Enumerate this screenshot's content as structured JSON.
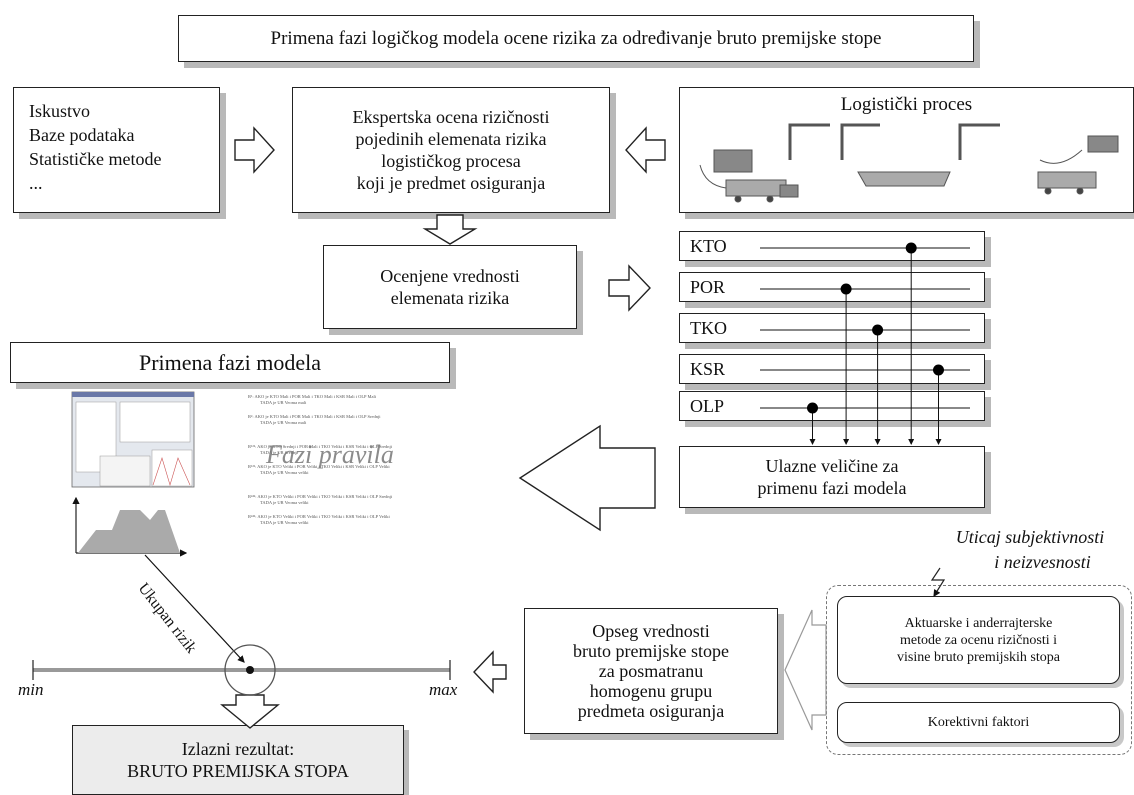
{
  "title": "Primena fazi logičkog modela ocene rizika za određivanje bruto premijske stope",
  "sources": [
    "Iskustvo",
    "Baze podataka",
    "Statističke metode",
    "..."
  ],
  "expert": [
    "Ekspertska ocena  rizičnosti",
    "pojedinih elemenata rizika",
    "logističkog procesa",
    "koji je predmet osiguranja"
  ],
  "logistics_title": "Logistički proces",
  "assessed": [
    "Ocenjene vrednosti",
    "elemenata rizika"
  ],
  "factors": [
    {
      "label": "KTO",
      "value": 0.72
    },
    {
      "label": "POR",
      "value": 0.41
    },
    {
      "label": "TKO",
      "value": 0.56
    },
    {
      "label": "KSR",
      "value": 0.85
    },
    {
      "label": "OLP",
      "value": 0.25
    }
  ],
  "inputs": [
    "Ulazne veličine za",
    "primenu fazi modela"
  ],
  "model_title": "Primena fazi modela",
  "fazi_pravila": "Fazi pravila",
  "rules": [
    "R¹: AKO je KTO Mali i POR Mali i TKO Mali i KSR Mali i OLP Mali",
    "TADA je UR Veoma mali",
    "R²: AKO je KTO Mali i POR Mali i TKO Mali i KSR Mali i OLP Srednji",
    "TADA je UR Veoma mali",
    "R¹²²: AKO je KTO Srednji i POR Mali i TKO Veliki i KSR Veliki i OLP Srednji",
    "TADA je UR Srednji",
    "R¹²³: AKO je KTO Veliki i POR Veliki i TKO Veliki i KSR Veliki i OLP Veliki",
    "TADA je UR Veoma veliki",
    "R²⁴²: AKO je KTO Veliki i POR Veliki i TKO Veliki i KSR Veliki i OLP Srednji",
    "TADA je UR Veoma veliki",
    "R²⁴³: AKO je KTO Veliki i POR Veliki i TKO Veliki i KSR Veliki i OLP Veliki",
    "TADA je UR Veoma veliki"
  ],
  "ukupan_rizik": "Ukupan rizik",
  "scale_min": "min",
  "scale_max": "max",
  "output": [
    "Izlazni rezultat:",
    "BRUTO PREMIJSKA STOPA"
  ],
  "range": [
    "Opseg vrednosti",
    "bruto premijske stope",
    "za posmatranu",
    "homogenu grupu",
    "predmeta osiguranja"
  ],
  "uticaj": [
    "Uticaj subjektivnosti",
    "i neizvesnosti"
  ],
  "aktuarske": [
    "Aktuarske i anderrajterske",
    "metode za ocenu rizičnosti i",
    "visine bruto premijskih stopa"
  ],
  "korektivni": "Korektivni faktori"
}
